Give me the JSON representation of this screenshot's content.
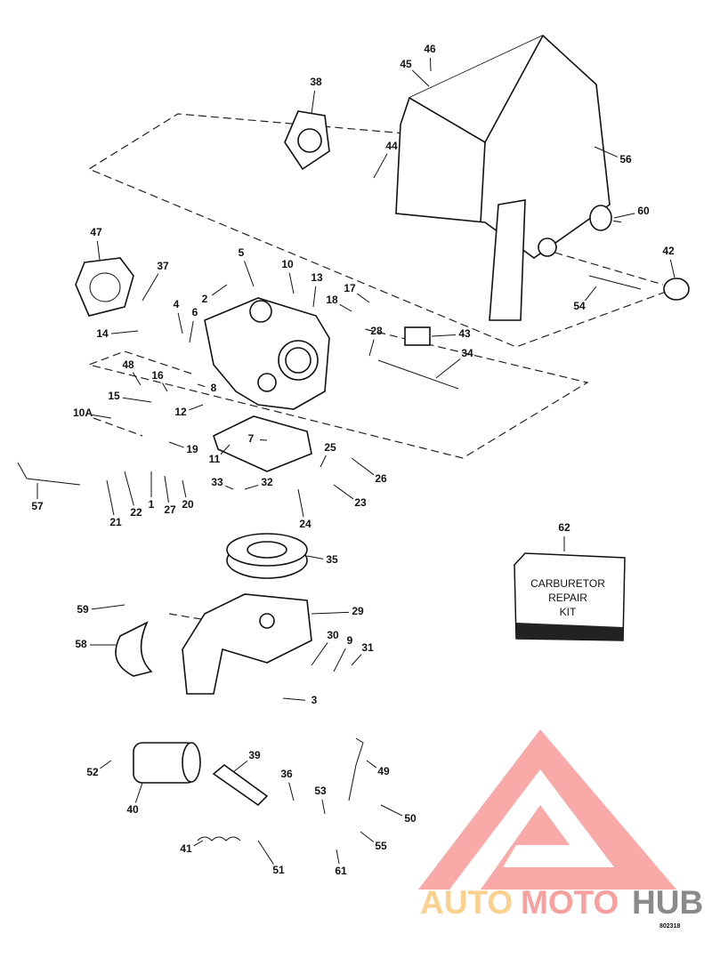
{
  "diagram": {
    "part_labels": [
      "46",
      "45",
      "38",
      "56",
      "44",
      "60",
      "47",
      "42",
      "5",
      "10",
      "37",
      "13",
      "17",
      "2",
      "18",
      "54",
      "4",
      "6",
      "43",
      "14",
      "28",
      "34",
      "48",
      "16",
      "8",
      "15",
      "12",
      "10A",
      "25",
      "26",
      "19",
      "7",
      "11",
      "33",
      "32",
      "57",
      "21",
      "22",
      "1",
      "27",
      "20",
      "24",
      "23",
      "62",
      "35",
      "59",
      "29",
      "58",
      "30",
      "9",
      "31",
      "3",
      "39",
      "49",
      "52",
      "36",
      "53",
      "40",
      "50",
      "41",
      "55",
      "51",
      "61"
    ],
    "repair_kit": {
      "line1": "CARBURETOR",
      "line2": "REPAIR",
      "line3": "KIT"
    },
    "figure_code": "802318"
  },
  "watermark": {
    "part1": "AUTO",
    "part2": "MOTO",
    "part3": "HUB",
    "colors": {
      "auto": "#fcd18e",
      "moto": "#f7a09e",
      "hub": "#8a8a8a"
    }
  }
}
